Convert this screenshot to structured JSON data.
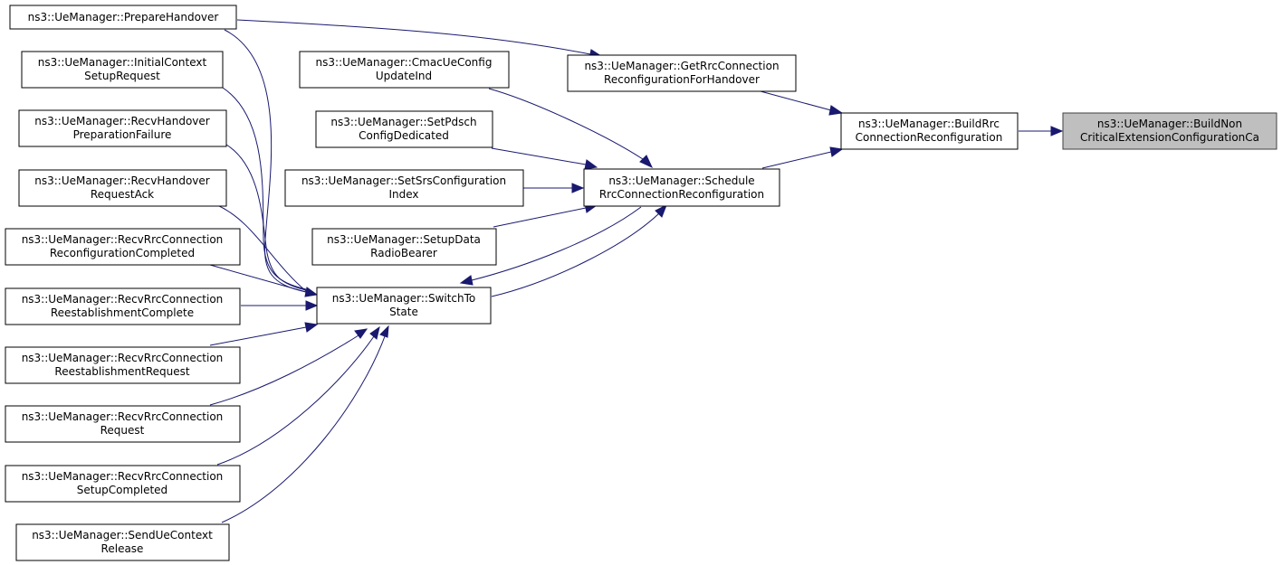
{
  "nodes": {
    "build_non_critical": {
      "lines": [
        "ns3::UeManager::BuildNon",
        "CriticalExtensionConfigurationCa"
      ]
    },
    "build_rrc": {
      "lines": [
        "ns3::UeManager::BuildRrc",
        "ConnectionReconfiguration"
      ]
    },
    "get_rrc_handover": {
      "lines": [
        "ns3::UeManager::GetRrcConnection",
        "ReconfigurationForHandover"
      ]
    },
    "schedule_rrc": {
      "lines": [
        "ns3::UeManager::Schedule",
        "RrcConnectionReconfiguration"
      ]
    },
    "prepare_handover": {
      "lines": [
        "ns3::UeManager::PrepareHandover"
      ]
    },
    "cmac_ue_config": {
      "lines": [
        "ns3::UeManager::CmacUeConfig",
        "UpdateInd"
      ]
    },
    "set_pdsch": {
      "lines": [
        "ns3::UeManager::SetPdsch",
        "ConfigDedicated"
      ]
    },
    "set_srs": {
      "lines": [
        "ns3::UeManager::SetSrsConfiguration",
        "Index"
      ]
    },
    "setup_data_radio": {
      "lines": [
        "ns3::UeManager::SetupData",
        "RadioBearer"
      ]
    },
    "switch_to_state": {
      "lines": [
        "ns3::UeManager::SwitchTo",
        "State"
      ]
    },
    "initial_context": {
      "lines": [
        "ns3::UeManager::InitialContext",
        "SetupRequest"
      ]
    },
    "recv_handover_prep": {
      "lines": [
        "ns3::UeManager::RecvHandover",
        "PreparationFailure"
      ]
    },
    "recv_handover_ack": {
      "lines": [
        "ns3::UeManager::RecvHandover",
        "RequestAck"
      ]
    },
    "recv_rrc_reconf": {
      "lines": [
        "ns3::UeManager::RecvRrcConnection",
        "ReconfigurationCompleted"
      ]
    },
    "recv_rrc_reest_complete": {
      "lines": [
        "ns3::UeManager::RecvRrcConnection",
        "ReestablishmentComplete"
      ]
    },
    "recv_rrc_reest_request": {
      "lines": [
        "ns3::UeManager::RecvRrcConnection",
        "ReestablishmentRequest"
      ]
    },
    "recv_rrc_request": {
      "lines": [
        "ns3::UeManager::RecvRrcConnection",
        "Request"
      ]
    },
    "recv_rrc_setup": {
      "lines": [
        "ns3::UeManager::RecvRrcConnection",
        "SetupCompleted"
      ]
    },
    "send_ue_context": {
      "lines": [
        "ns3::UeManager::SendUeContext",
        "Release"
      ]
    }
  },
  "colors": {
    "edge": "#191970",
    "target_fill": "#bfbfbf",
    "node_border": "#000000"
  }
}
